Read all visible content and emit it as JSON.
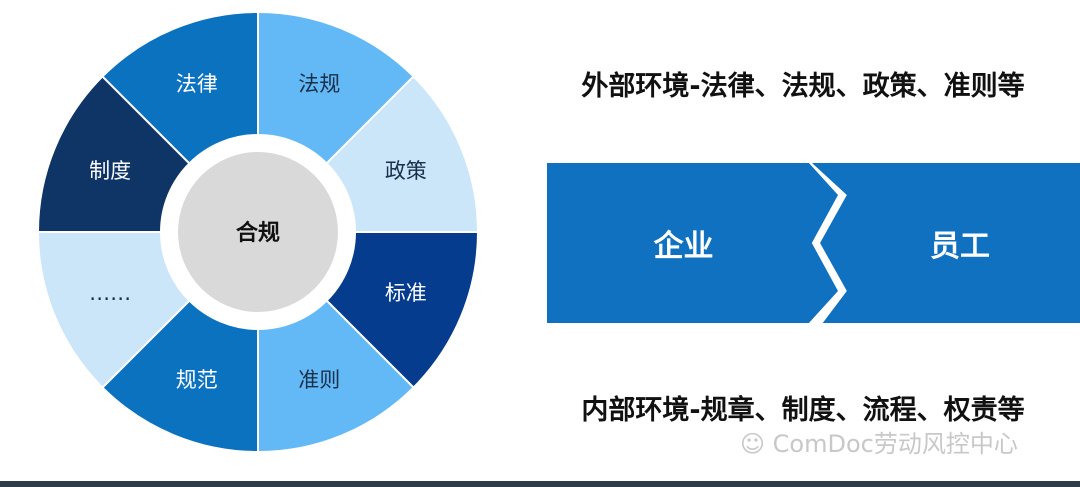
{
  "wheel": {
    "center_label": "合规",
    "segments": [
      {
        "label": "法规",
        "color": "#62b9f6",
        "text_color": "#1b2f4a"
      },
      {
        "label": "政策",
        "color": "#cbe5f9",
        "text_color": "#1b2f4a"
      },
      {
        "label": "标准",
        "color": "#053c8e",
        "text_color": "#ffffff"
      },
      {
        "label": "准则",
        "color": "#62b9f6",
        "text_color": "#1b2f4a"
      },
      {
        "label": "规范",
        "color": "#0b72c0",
        "text_color": "#ffffff"
      },
      {
        "label": "……",
        "color": "#cbe5f9",
        "text_color": "#1b2f4a"
      },
      {
        "label": "制度",
        "color": "#0e3565",
        "text_color": "#ffffff"
      },
      {
        "label": "法律",
        "color": "#0b72c0",
        "text_color": "#ffffff"
      }
    ]
  },
  "external": "外部环境-法律、法规、政策、准则等",
  "internal": "内部环境-规章、制度、流程、权责等",
  "boxes": {
    "left": "企业",
    "right": "员工"
  },
  "watermark": "ComDoc劳动风控中心"
}
